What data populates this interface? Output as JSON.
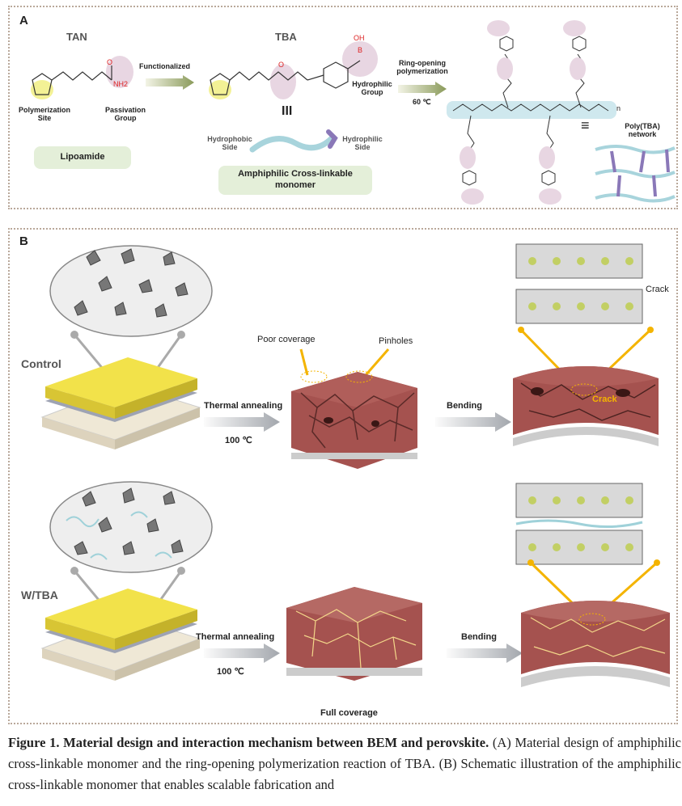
{
  "panel_a": {
    "label": "A",
    "tan": "TAN",
    "tba": "TBA",
    "functionalized": "Functionalized",
    "ring_opening": "Ring-opening polymerization",
    "temp": "60 ℃",
    "polymerization_site": "Polymerization Site",
    "passivation_group": "Passivation Group",
    "hydrophilic_group": "Hydrophilic Group",
    "hydrophobic_side": "Hydrophobic Side",
    "hydrophilic_side": "Hydrophilic Side",
    "lipoamide": "Lipoamide",
    "monomer": "Amphiphilic Cross-linkable monomer",
    "network": "Poly(TBA) network",
    "equiv": "III",
    "equiv2": "≡",
    "nh2": "NH2",
    "o": "O",
    "b": "B",
    "oh": "OH",
    "n": "n"
  },
  "panel_b": {
    "label": "B",
    "control": "Control",
    "wtba": "W/TBA",
    "poor_coverage": "Poor coverage",
    "pinholes": "Pinholes",
    "crack": "Crack",
    "crack2": "Crack",
    "thermal1": "Thermal annealing",
    "thermal2": "Thermal annealing",
    "temp1": "100 ℃",
    "temp2": "100 ℃",
    "bending1": "Bending",
    "bending2": "Bending",
    "full_coverage": "Full coverage"
  },
  "caption": {
    "title": "Figure 1. Material design and interaction mechanism between BEM and perovskite.",
    "body": " (A) Material design of amphiphilic cross-linkable monomer and the ring-opening polymerization reaction of TBA. (B) Schematic illustration of the amphiphilic cross-linkable monomer that enables scalable fabrication and"
  },
  "colors": {
    "accent": "#f4b400",
    "perovskite": "#a5524f",
    "film": "#f2e24a",
    "box": "#e4efd9"
  }
}
